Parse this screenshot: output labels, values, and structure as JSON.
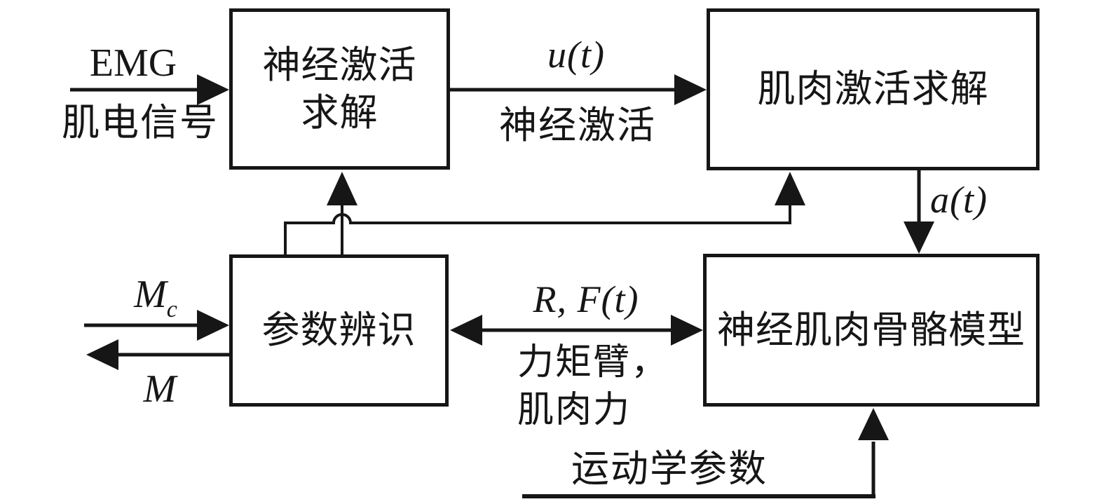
{
  "colors": {
    "ink": "#161616",
    "background": "#ffffff"
  },
  "boxes": {
    "neural_activation_solver": {
      "label": "神经激活\n求解"
    },
    "muscle_activation_solver": {
      "label": "肌肉激活求解"
    },
    "parameter_identification": {
      "label": "参数辨识"
    },
    "neuromusculoskeletal_model": {
      "label": "神经肌肉骨骼模型"
    }
  },
  "edges": {
    "emg_input": {
      "symbol": "EMG",
      "caption": "肌电信号"
    },
    "neural_activation_signal": {
      "symbol": "u(t)",
      "caption": "神经激活"
    },
    "muscle_activation_signal": {
      "symbol": "a(t)"
    },
    "measured_torque_input": {
      "symbol_main": "M",
      "symbol_sub": "c"
    },
    "estimated_torque_output": {
      "symbol": "M"
    },
    "moment_arm_muscle_force": {
      "symbol": "R, F(t)",
      "caption": "力矩臂，\n肌肉力"
    },
    "kinematic_parameters": {
      "caption": "运动学参数"
    }
  }
}
